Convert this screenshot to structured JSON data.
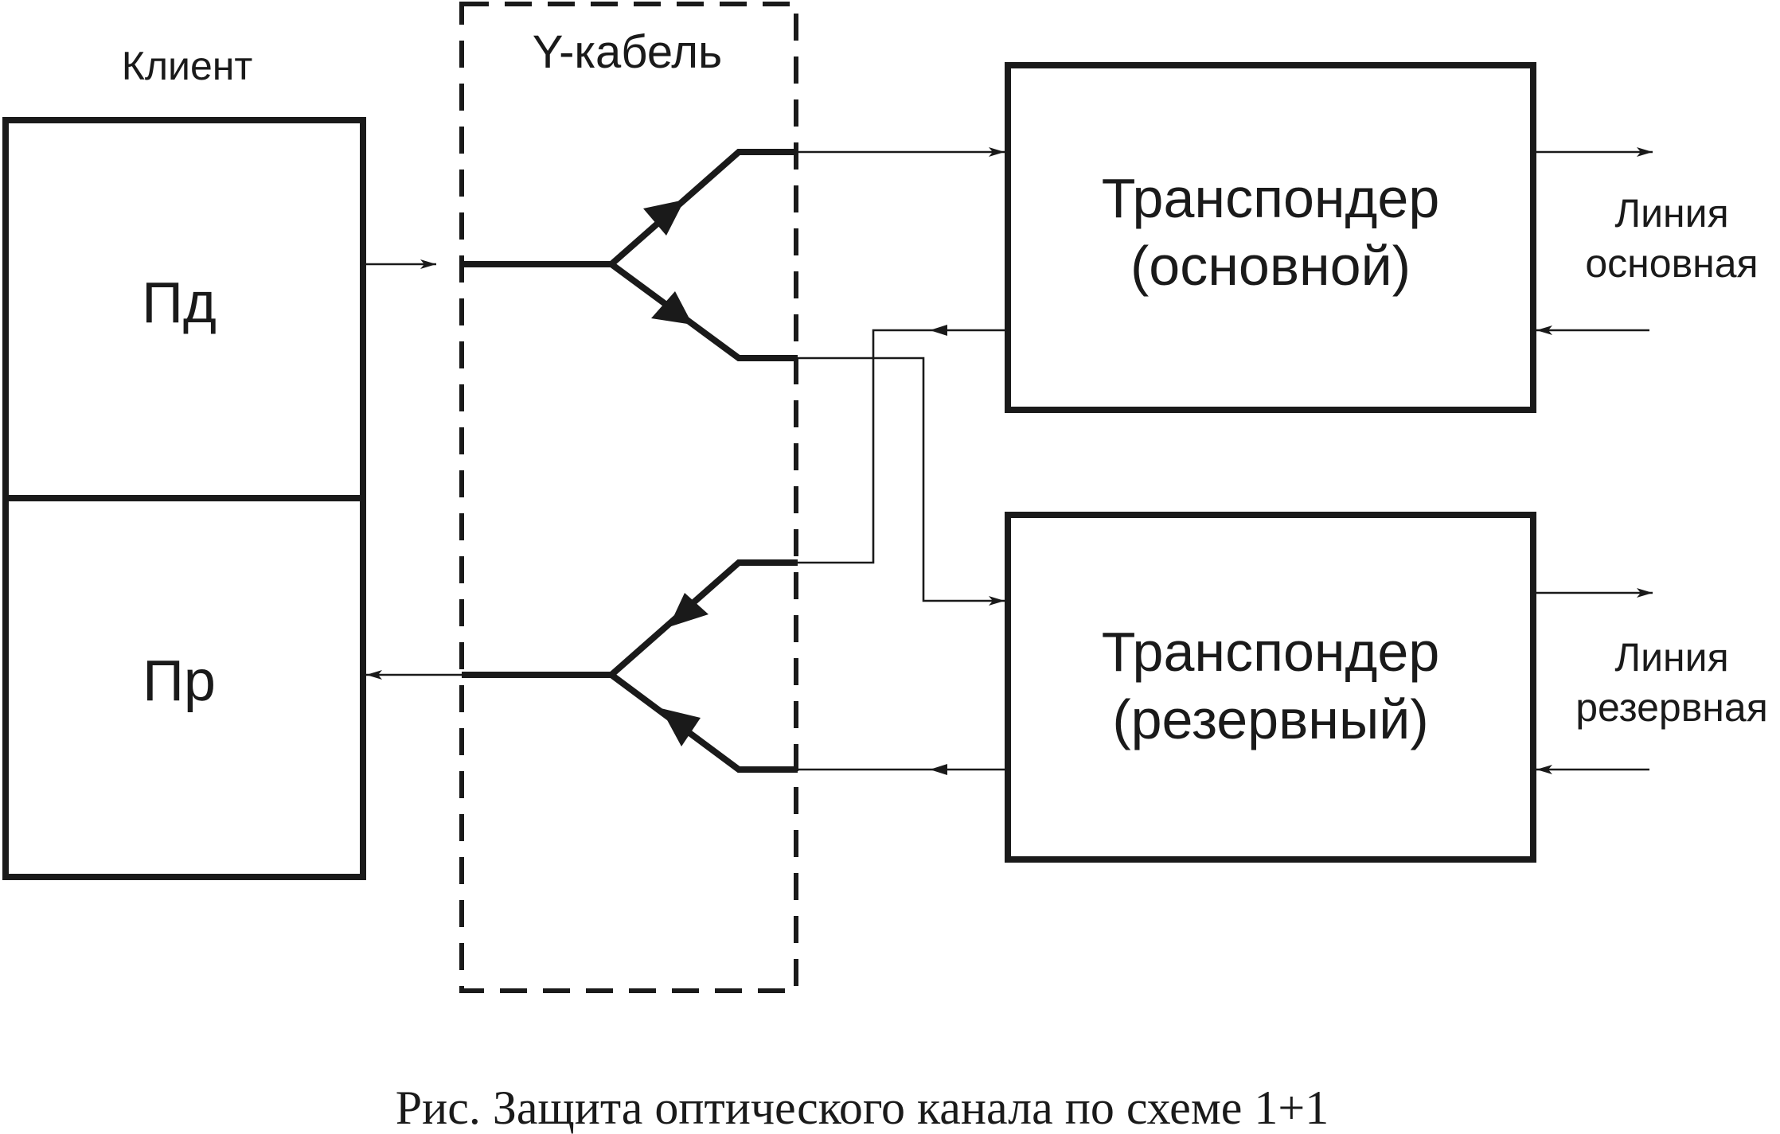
{
  "client": {
    "label": "Клиент",
    "tx": "Пд",
    "rx": "Пр"
  },
  "ycable": {
    "label": "Y-кабель"
  },
  "transponder_main": {
    "line1": "Транспондер",
    "line2": "(основной)"
  },
  "transponder_backup": {
    "line1": "Транспондер",
    "line2": "(резервный)"
  },
  "line_main": {
    "line1": "Линия",
    "line2": "основная"
  },
  "line_backup": {
    "line1": "Линия",
    "line2": "резервная"
  },
  "caption": "Рис. Защита оптического канала по схеме 1+1",
  "colors": {
    "ink": "#1a1a1a",
    "background": "#ffffff"
  }
}
